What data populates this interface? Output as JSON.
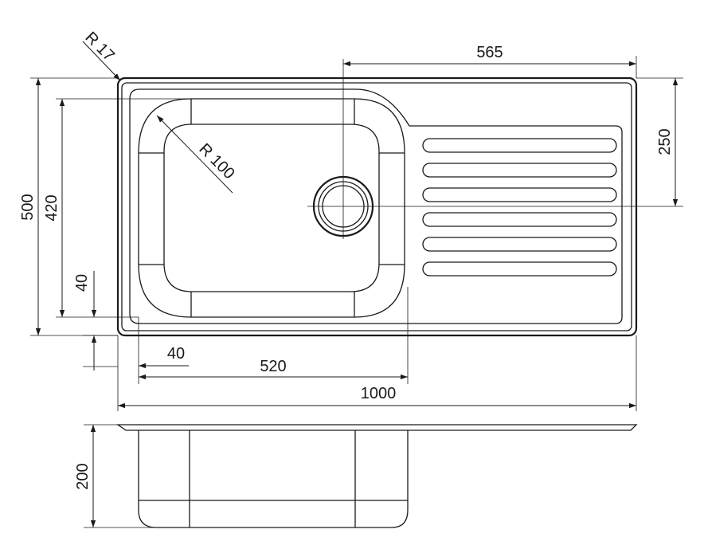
{
  "dimensions": {
    "radius_corner": "R 17",
    "radius_bowl": "R 100",
    "width_total": "1000",
    "height_total": "500",
    "bowl_height": "420",
    "bowl_width": "520",
    "drain_offset_x": "565",
    "drain_offset_y": "250",
    "bottom_margin": "40",
    "left_margin": "40",
    "depth": "200"
  }
}
